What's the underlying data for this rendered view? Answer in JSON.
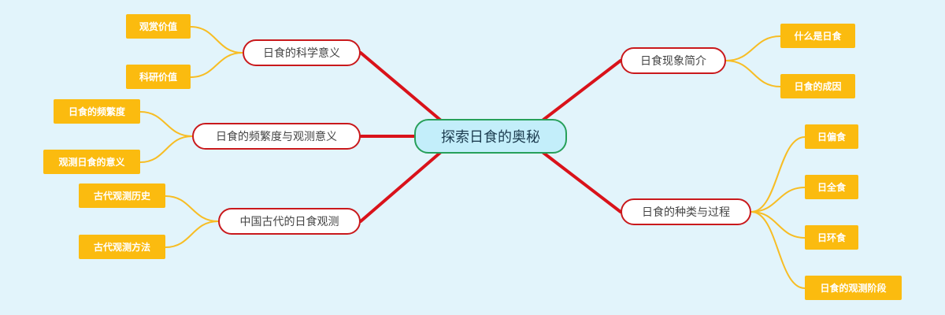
{
  "center": {
    "label": "探索日食的奥秘"
  },
  "branches": [
    {
      "label": "日食的科学意义",
      "leaves": [
        "观赏价值",
        "科研价值"
      ]
    },
    {
      "label": "日食的频繁度与观测意义",
      "leaves": [
        "日食的频繁度",
        "观测日食的意义"
      ]
    },
    {
      "label": "中国古代的日食观测",
      "leaves": [
        "古代观测历史",
        "古代观测方法"
      ]
    },
    {
      "label": "日食现象简介",
      "leaves": [
        "什么是日食",
        "日食的成因"
      ]
    },
    {
      "label": "日食的种类与过程",
      "leaves": [
        "日偏食",
        "日全食",
        "日环食",
        "日食的观测阶段"
      ]
    }
  ],
  "colors": {
    "background": "#e2f4fb",
    "center_fill": "#c3eefa",
    "center_border": "#27a05a",
    "branch_border": "#c9191c",
    "main_link": "#d9121a",
    "leaf_fill": "#fbbb0f",
    "leaf_link": "#f7bd24"
  }
}
